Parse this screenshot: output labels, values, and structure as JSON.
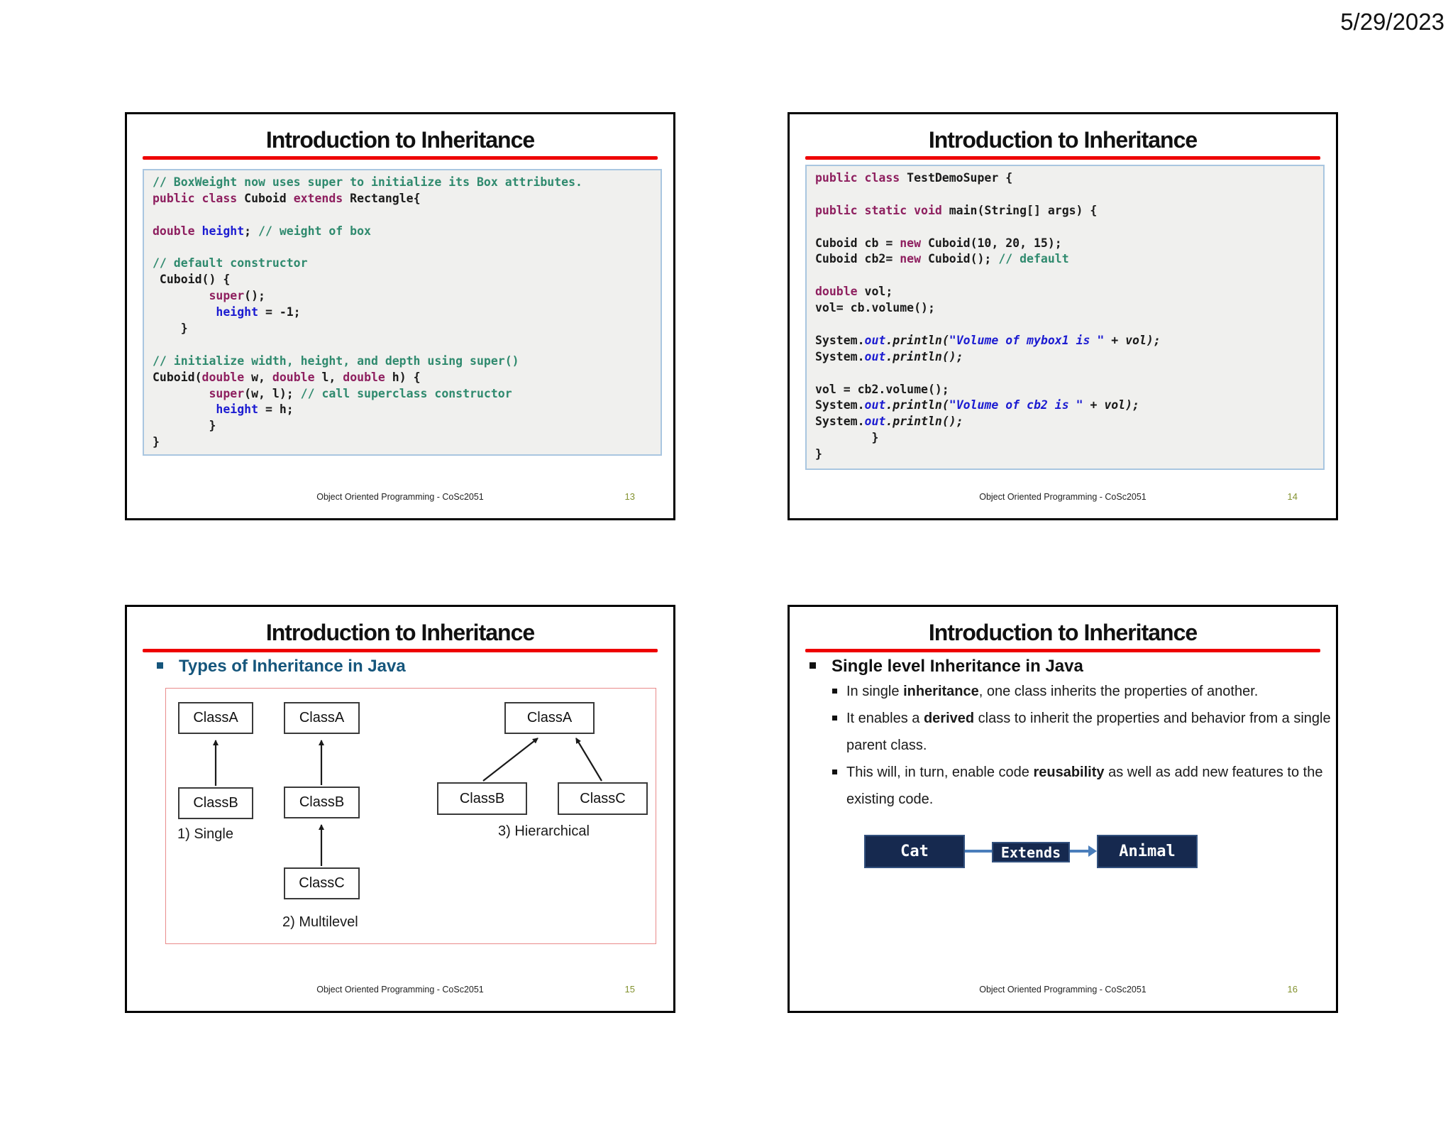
{
  "date": "5/29/2023",
  "footer_text": "Object Oriented Programming - CoSc2051",
  "colors": {
    "title_rule_red": "#ee0000",
    "code_keyword": "#8e1f5f",
    "code_comment": "#2f8a6e",
    "code_blue_identifier": "#1b1bd1",
    "heading_teal": "#16567c",
    "page_number_olive": "#83922f",
    "flow_box_navy": "#16294f",
    "flow_arrow_blue": "#4a7ebb",
    "diagram_frame_red": "#e98b8b",
    "code_box_bg": "#f0f0ee",
    "code_box_border": "#a9c6e0"
  },
  "slides": {
    "s13": {
      "title": "Introduction to Inheritance",
      "page": "13",
      "code": [
        [
          {
            "t": "c",
            "s": "// BoxWeight now uses super to initialize its Box attributes."
          }
        ],
        [
          {
            "t": "k",
            "s": "public class "
          },
          {
            "t": "p",
            "s": "Cuboid "
          },
          {
            "t": "k",
            "s": "extends "
          },
          {
            "t": "p",
            "s": "Rectangle{"
          }
        ],
        [],
        [
          {
            "t": "k",
            "s": "double "
          },
          {
            "t": "v",
            "s": "height"
          },
          {
            "t": "p",
            "s": "; "
          },
          {
            "t": "c",
            "s": "// weight of box"
          }
        ],
        [],
        [
          {
            "t": "c",
            "s": "// default constructor"
          }
        ],
        [
          {
            "t": "p",
            "s": " Cuboid() {"
          }
        ],
        [
          {
            "t": "p",
            "s": "        "
          },
          {
            "t": "k",
            "s": "super"
          },
          {
            "t": "p",
            "s": "();"
          }
        ],
        [
          {
            "t": "p",
            "s": "         "
          },
          {
            "t": "v",
            "s": "height"
          },
          {
            "t": "p",
            "s": " = -1;"
          }
        ],
        [
          {
            "t": "p",
            "s": "    }"
          }
        ],
        [],
        [
          {
            "t": "c",
            "s": "// initialize width, height, and depth using super()"
          }
        ],
        [
          {
            "t": "p",
            "s": "Cuboid("
          },
          {
            "t": "k",
            "s": "double"
          },
          {
            "t": "p",
            "s": " w, "
          },
          {
            "t": "k",
            "s": "double"
          },
          {
            "t": "p",
            "s": " l, "
          },
          {
            "t": "k",
            "s": "double"
          },
          {
            "t": "p",
            "s": " h) {"
          }
        ],
        [
          {
            "t": "p",
            "s": "        "
          },
          {
            "t": "k",
            "s": "super"
          },
          {
            "t": "p",
            "s": "(w, l); "
          },
          {
            "t": "c",
            "s": "// call superclass constructor"
          }
        ],
        [
          {
            "t": "p",
            "s": "         "
          },
          {
            "t": "v",
            "s": "height"
          },
          {
            "t": "p",
            "s": " = h;"
          }
        ],
        [
          {
            "t": "p",
            "s": "        }"
          }
        ],
        [
          {
            "t": "p",
            "s": "}"
          }
        ]
      ]
    },
    "s14": {
      "title": "Introduction to Inheritance",
      "page": "14",
      "code": [
        [
          {
            "t": "k",
            "s": "public class "
          },
          {
            "t": "p",
            "s": "TestDemoSuper {"
          }
        ],
        [],
        [
          {
            "t": "k",
            "s": "public static void "
          },
          {
            "t": "p",
            "s": "main(String[] args) {"
          }
        ],
        [],
        [
          {
            "t": "p",
            "s": "Cuboid cb = "
          },
          {
            "t": "k",
            "s": "new"
          },
          {
            "t": "p",
            "s": " Cuboid(10, 20, 15);"
          }
        ],
        [
          {
            "t": "p",
            "s": "Cuboid cb2= "
          },
          {
            "t": "k",
            "s": "new"
          },
          {
            "t": "p",
            "s": " Cuboid(); "
          },
          {
            "t": "c",
            "s": "// default"
          }
        ],
        [],
        [
          {
            "t": "k",
            "s": "double"
          },
          {
            "t": "p",
            "s": " vol;"
          }
        ],
        [
          {
            "t": "p",
            "s": "vol= cb.volume();"
          }
        ],
        [],
        [
          {
            "t": "p",
            "s": "System."
          },
          {
            "t": "b",
            "s": "out"
          },
          {
            "t": "i",
            "s": ".println("
          },
          {
            "t": "b",
            "s": "\"Volume of mybox1 is \""
          },
          {
            "t": "i",
            "s": " + vol);"
          }
        ],
        [
          {
            "t": "p",
            "s": "System."
          },
          {
            "t": "b",
            "s": "out"
          },
          {
            "t": "i",
            "s": ".println();"
          }
        ],
        [],
        [
          {
            "t": "p",
            "s": "vol = cb2.volume();"
          }
        ],
        [
          {
            "t": "p",
            "s": "System."
          },
          {
            "t": "b",
            "s": "out"
          },
          {
            "t": "i",
            "s": ".println("
          },
          {
            "t": "b",
            "s": "\"Volume of cb2 is \""
          },
          {
            "t": "i",
            "s": " + vol);"
          }
        ],
        [
          {
            "t": "p",
            "s": "System."
          },
          {
            "t": "b",
            "s": "out"
          },
          {
            "t": "i",
            "s": ".println();"
          }
        ],
        [
          {
            "t": "p",
            "s": "        }"
          }
        ],
        [
          {
            "t": "p",
            "s": "}"
          }
        ]
      ]
    },
    "s15": {
      "title": "Introduction to Inheritance",
      "page": "15",
      "heading": "Types of Inheritance in Java",
      "diagram": {
        "single": {
          "top": "ClassA",
          "bottom": "ClassB",
          "label": "1) Single"
        },
        "multilevel": {
          "top": "ClassA",
          "middle": "ClassB",
          "bottom": "ClassC",
          "label": "2) Multilevel"
        },
        "hierarchical": {
          "top": "ClassA",
          "left": "ClassB",
          "right": "ClassC",
          "label": "3) Hierarchical"
        }
      }
    },
    "s16": {
      "title": "Introduction to Inheritance",
      "page": "16",
      "heading": "Single level Inheritance in Java",
      "bullets": [
        [
          {
            "t": "p",
            "s": "In single "
          },
          {
            "t": "g",
            "s": "inheritance"
          },
          {
            "t": "p",
            "s": ", one class inherits the properties of another."
          }
        ],
        [
          {
            "t": "p",
            "s": "It enables a "
          },
          {
            "t": "g",
            "s": "derived"
          },
          {
            "t": "p",
            "s": " class to inherit the properties and behavior from a single parent class."
          }
        ],
        [
          {
            "t": "p",
            "s": "This will, in turn, enable code "
          },
          {
            "t": "g",
            "s": "reusability"
          },
          {
            "t": "p",
            "s": " as well as add new features to the existing code."
          }
        ]
      ],
      "flow": {
        "from": "Cat",
        "via": "Extends",
        "to": "Animal"
      }
    }
  }
}
